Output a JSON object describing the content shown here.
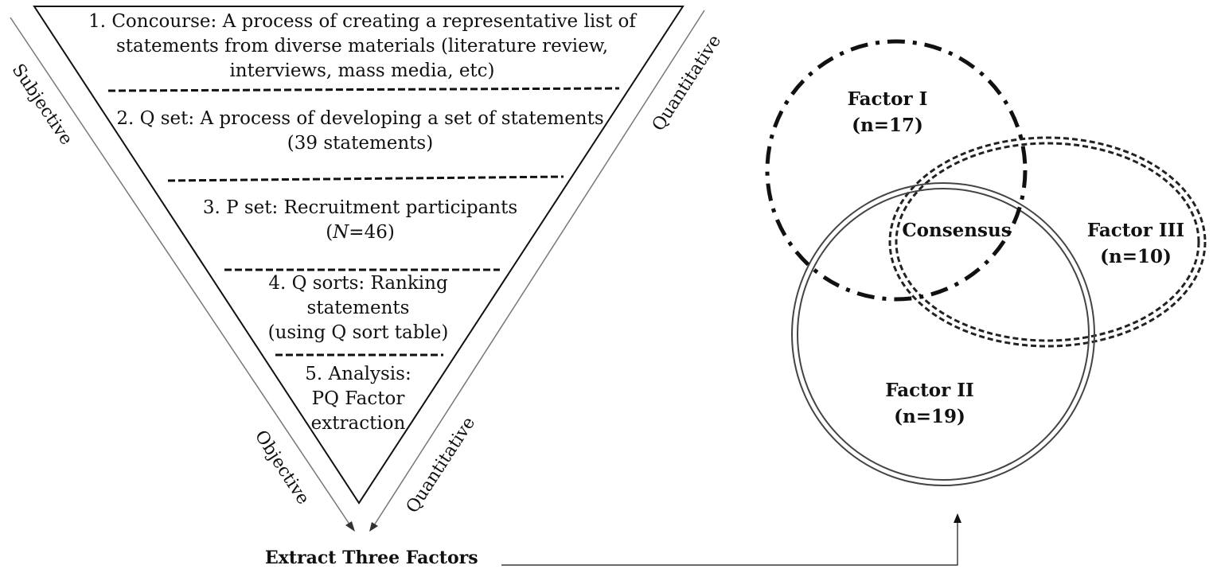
{
  "funnel": {
    "steps": [
      {
        "lines": [
          "1. Concourse: A process of creating a representative list of",
          "statements from diverse materials (literature review,",
          "interviews, mass media, etc)"
        ]
      },
      {
        "lines": [
          "2. Q set: A process of developing a set of statements",
          "(39 statements)"
        ]
      },
      {
        "line1": "3. P set: Recruitment participants",
        "line2_open": "(",
        "line2_var": "N",
        "line2_rest": "=46)"
      },
      {
        "lines": [
          "4. Q sorts: Ranking",
          "statements",
          "(using Q sort table)"
        ]
      },
      {
        "lines": [
          "5. Analysis:",
          "PQ Factor",
          "extraction"
        ]
      }
    ],
    "left_top_label": "Subjective",
    "right_top_label": "Quantitative",
    "left_bottom_label": "Objective",
    "right_bottom_label": "Quantitative"
  },
  "output_label": "Extract Three Factors",
  "venn": {
    "factor1": {
      "name": "Factor I",
      "count": "(n=17)"
    },
    "factor2": {
      "name": "Factor II",
      "count": "(n=19)"
    },
    "factor3": {
      "name": "Factor III",
      "count": "(n=10)"
    },
    "overlap": "Consensus"
  },
  "colors": {
    "ink": "#111111",
    "background": "#ffffff",
    "factor2_ring": "#444444"
  }
}
